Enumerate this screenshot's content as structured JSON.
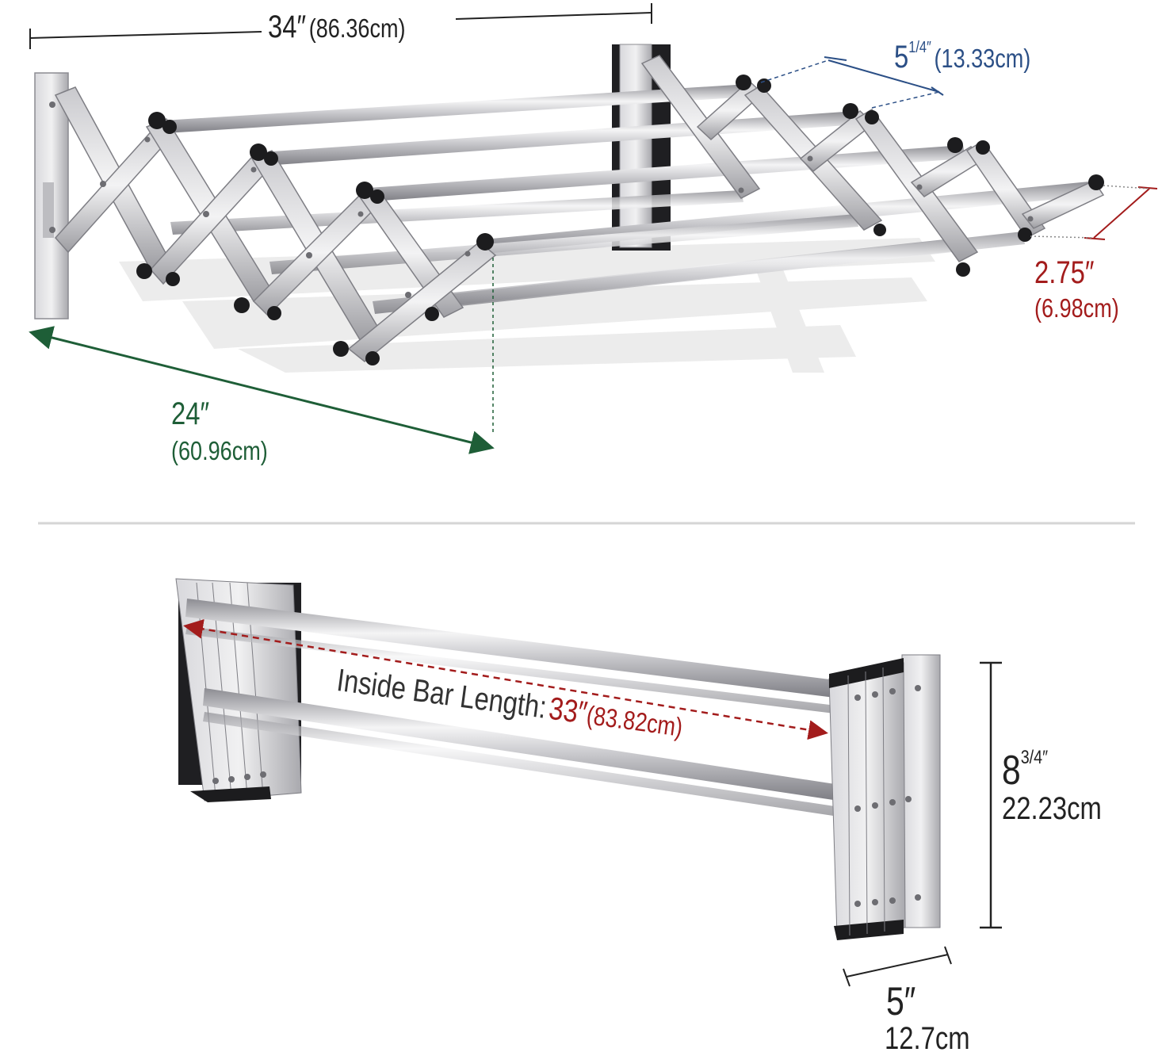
{
  "colors": {
    "ink": "#222222",
    "green": "#1e5e37",
    "blue": "#2b4f86",
    "red": "#a31c1c",
    "steel_light": "#e9e9ea",
    "steel_mid": "#bdbdc1",
    "steel_dark": "#8c8c92",
    "rubber": "#1c1c1e",
    "shadow": "#e6e6e6",
    "divider": "#d5d5d5"
  },
  "extended_view": {
    "width_dim": {
      "imperial": "34″",
      "metric": "(86.36cm)"
    },
    "bar_spacing_dim": {
      "whole": "5",
      "fraction": "1/4″",
      "metric": "(13.33cm)"
    },
    "end_cap_dim": {
      "imperial": "2.75″",
      "metric": "(6.98cm)"
    },
    "extension_dim": {
      "imperial": "24″",
      "metric": "(60.96cm)"
    }
  },
  "folded_view": {
    "inside_bar": {
      "label": "Inside Bar Length:",
      "imperial": "33″",
      "metric": "(83.82cm)"
    },
    "height_dim": {
      "whole": "8",
      "fraction": "3/4″",
      "metric": "22.23cm"
    },
    "depth_dim": {
      "imperial": "5″",
      "metric": "12.7cm"
    }
  }
}
